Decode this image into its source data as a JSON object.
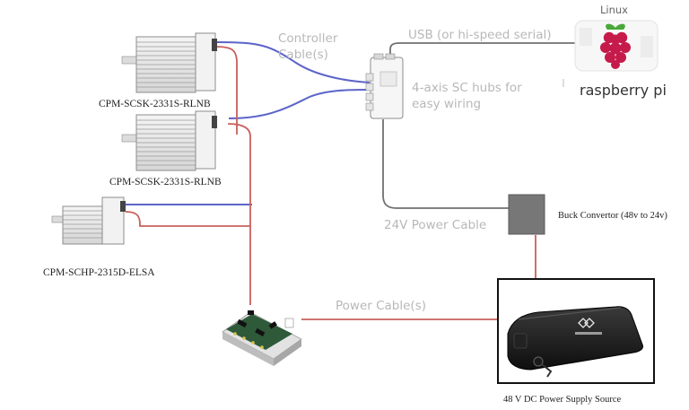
{
  "labels": {
    "motor1": "CPM-SCSK-2331S-RLNB",
    "motor2": "CPM-SCSK-2331S-RLNB",
    "motor3": "CPM-SCHP-2315D-ELSA",
    "controller_cables_line1": "Controller",
    "controller_cables_line2": "Cable(s)",
    "usb": "USB (or hi-speed serial)",
    "linux": "Linux",
    "raspberry_pi": "raspberry pi",
    "hub_line1": "4-axis SC hubs for",
    "hub_line2": "easy wiring",
    "power_24v": "24V Power Cable",
    "buck": "Buck Convertor (48v to 24v)",
    "power_cables": "Power Cable(s)",
    "power_supply": "48 V DC Power Supply Source"
  },
  "colors": {
    "signal_cable": "#5c64c8",
    "power_cable": "#c8605c",
    "gray_cable": "#707070",
    "label_gray": "#b8b8b8"
  },
  "icons": {
    "raspberry_pi": "raspberry-logo-icon",
    "motor": "servo-motor-icon",
    "hub": "hub-board-icon",
    "buck": "buck-converter-box",
    "battery": "battery-pack-icon",
    "power_board": "power-hub-board-icon"
  }
}
